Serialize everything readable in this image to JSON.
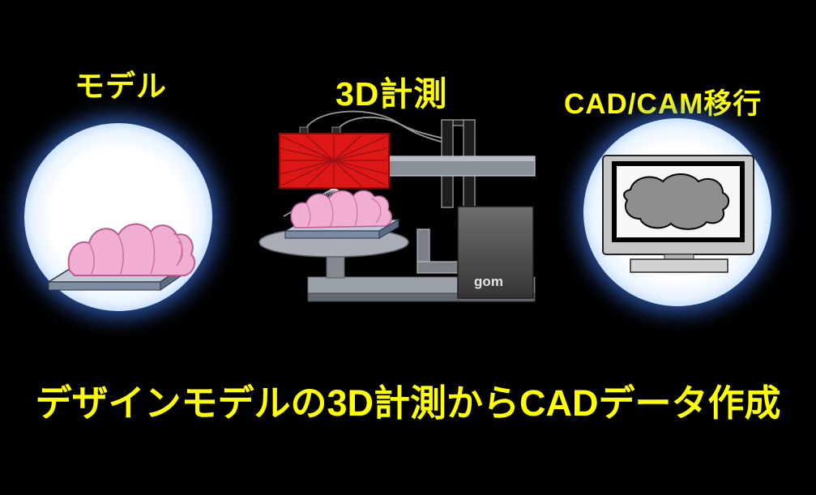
{
  "panels": {
    "model": {
      "label": "モデル"
    },
    "measurement": {
      "label": "3D計測"
    },
    "cadcam": {
      "label": "CAD/CAM移行"
    }
  },
  "machine": {
    "brand_label": "gom"
  },
  "caption": "デザインモデルの3D計測からCADデータ作成",
  "colors": {
    "background": "#000000",
    "label_text": "#ffff00",
    "scanner_head_red": "#dd1616",
    "clay_model_pink": "#f0aed2",
    "glow_blue": "#4676e8",
    "machine_gray": "#8a9098",
    "screen_blob_gray": "#8e8e8e"
  }
}
